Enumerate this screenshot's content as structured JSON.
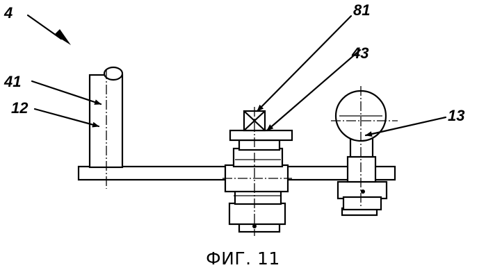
{
  "labels": {
    "view": "4",
    "l81": "81",
    "l43": "43",
    "l41": "41",
    "l12": "12",
    "l13": "13"
  },
  "caption": "ФИГ. 11"
}
